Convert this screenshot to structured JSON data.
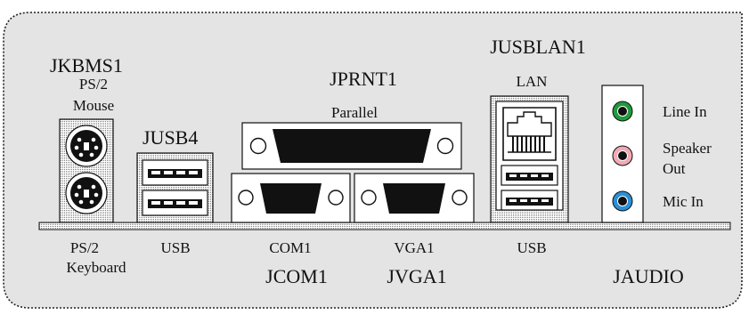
{
  "headers": {
    "kbms": "JKBMS1",
    "usb4": "JUSB4",
    "prnt": "JPRNT1",
    "usblan": "JUSBLAN1",
    "com": "JCOM1",
    "vga": "JVGA1",
    "audio": "JAUDIO"
  },
  "ports": {
    "ps2_mouse_line1": "PS/2",
    "ps2_mouse_line2": "Mouse",
    "parallel": "Parallel",
    "lan": "LAN",
    "line_in": "Line In",
    "speaker_line1": "Speaker",
    "speaker_line2": "Out",
    "mic_in": "Mic In",
    "ps2_kb_line1": "PS/2",
    "ps2_kb_line2": "Keyboard",
    "usb_left": "USB",
    "com1": "COM1",
    "vga1": "VGA1",
    "usb_right": "USB"
  },
  "colors": {
    "panel": "#e4e4e4",
    "line_in_jack": "#1e9b3c",
    "speaker_jack": "#f2a9b4",
    "mic_jack": "#2a8fd6"
  }
}
